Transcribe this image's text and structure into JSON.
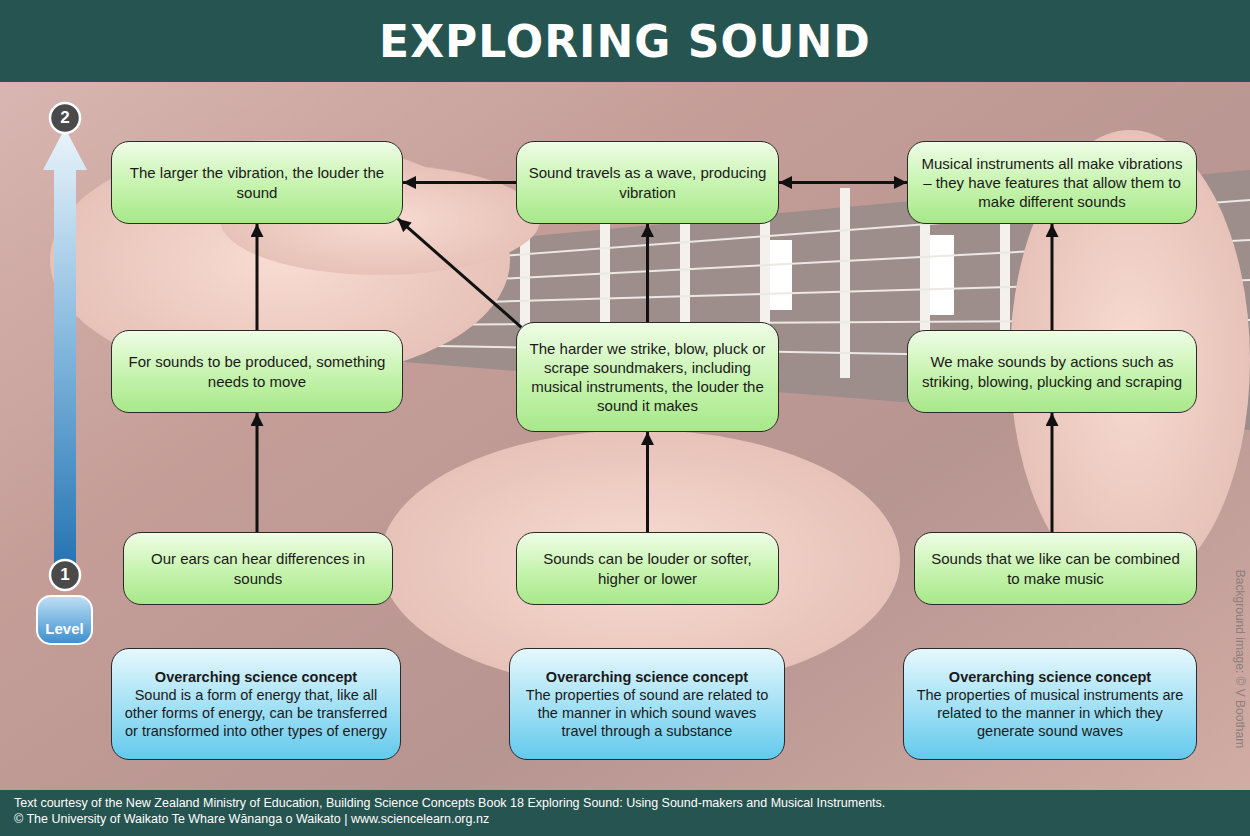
{
  "diagram": {
    "title": "EXPLORING SOUND",
    "caption": "Text courtesy of the New Zealand Ministry of Education, Building Science Concepts Book 18 Exploring Sound: Using Sound-makers and Musical Instruments.",
    "nodes": [
      {
        "text": [
          "The larger the vibration, the louder the sound"
        ]
      },
      {
        "text": [
          "Sound travels as a wave, producing vibration"
        ]
      },
      {
        "text": [
          "Musical instruments all make vibrations – they have features that allow them to make different sounds"
        ]
      },
      {
        "text": [
          "For sounds to be produced, something needs to move"
        ]
      },
      {
        "text": [
          "The harder we strike, blow, pluck or scrape soundmakers, including musical instruments, the louder the sound it makes"
        ]
      },
      {
        "text": [
          "We make sounds by actions such as striking, blowing, plucking and scraping"
        ]
      },
      {
        "text": [
          "Our ears can hear differences in sounds"
        ]
      },
      {
        "text": [
          "Sounds can be louder or softer, higher or lower"
        ]
      },
      {
        "text": [
          "Sounds that we like can be combined to make music"
        ]
      },
      {
        "text": [
          "Overarching science concept",
          "Sound is a form of energy that, like all other forms of energy, can be transferred or transformed into other types of energy"
        ]
      },
      {
        "text": [
          "Overarching science concept",
          "The properties of sound are related to the manner in which sound waves travel through a substance"
        ]
      },
      {
        "text": [
          "Overarching science concept",
          "The properties of musical instruments are related to the manner in which they generate sound waves"
        ]
      }
    ],
    "edges": [
      {
        "from": 1,
        "to": 0,
        "arrow": "to"
      },
      {
        "from": 1,
        "to": 2,
        "arrow": "both"
      },
      {
        "from": 3,
        "to": 0,
        "arrow": "to"
      },
      {
        "from": 4,
        "to": 0,
        "arrow": "to"
      },
      {
        "from": 4,
        "to": 1,
        "arrow": "to"
      },
      {
        "from": 5,
        "to": 2,
        "arrow": "to"
      },
      {
        "from": 6,
        "to": 3,
        "arrow": "to"
      },
      {
        "from": 7,
        "to": 4,
        "arrow": "to"
      },
      {
        "from": 8,
        "to": 5,
        "arrow": "to"
      }
    ],
    "labels": [
      "2",
      "1",
      "Level",
      "Background image: © V Bootham",
      "© The University of Waikato Te Whare Wānanga o Waikato | www.sciencelearn.org.nz"
    ]
  }
}
